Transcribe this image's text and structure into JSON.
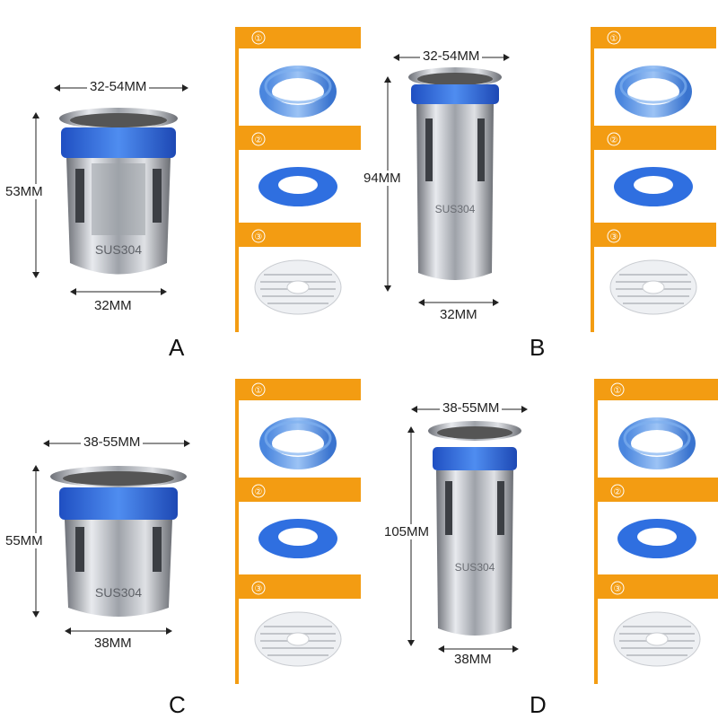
{
  "products": [
    {
      "letter": "A",
      "width_label": "32-54MM",
      "height_label": "53MM",
      "base_label": "32MM",
      "body_text": "SUS304"
    },
    {
      "letter": "B",
      "width_label": "32-54MM",
      "height_label": "94MM",
      "base_label": "32MM",
      "body_text": "SUS304"
    },
    {
      "letter": "C",
      "width_label": "38-55MM",
      "height_label": "55MM",
      "base_label": "38MM",
      "body_text": "SUS304"
    },
    {
      "letter": "D",
      "width_label": "38-55MM",
      "height_label": "105MM",
      "base_label": "38MM",
      "body_text": "SUS304"
    }
  ],
  "parts": [
    "①",
    "②",
    "③"
  ],
  "colors": {
    "accent": "#f39c12",
    "seal": "#2f6fe0",
    "seal_light": "#5a9be8",
    "steel": "#b9bcc2"
  }
}
